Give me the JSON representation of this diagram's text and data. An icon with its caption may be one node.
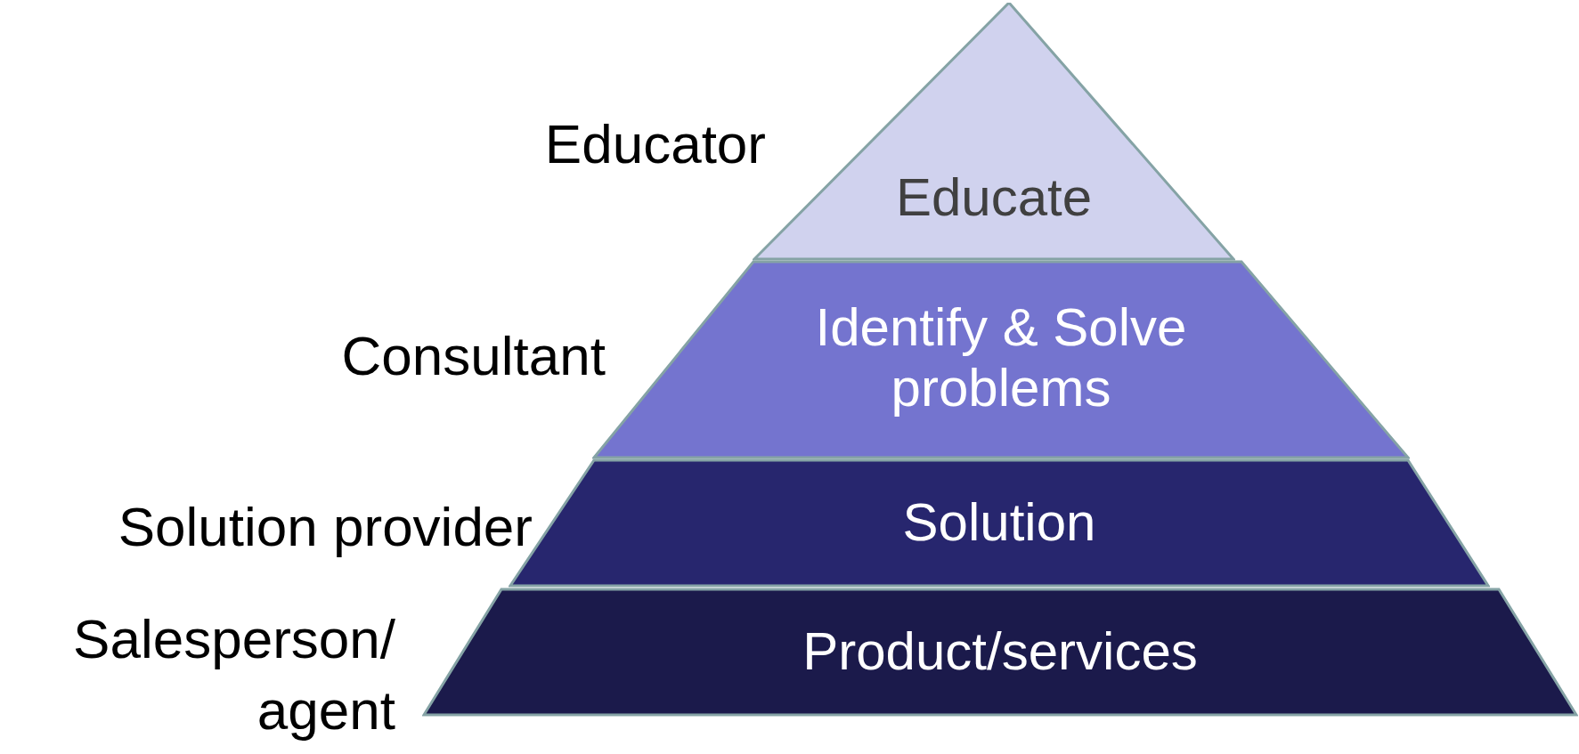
{
  "diagram": {
    "nodes": [
      {
        "text": [
          "Educate"
        ],
        "beside": [
          "Educator"
        ]
      },
      {
        "text": [
          "Identify & Solve problems"
        ],
        "beside": [
          "Consultant"
        ]
      },
      {
        "text": [
          "Solution"
        ],
        "beside": [
          "Solution provider"
        ]
      },
      {
        "text": [
          "Product/services"
        ],
        "beside": [
          "Salesperson/ agent"
        ]
      }
    ]
  }
}
